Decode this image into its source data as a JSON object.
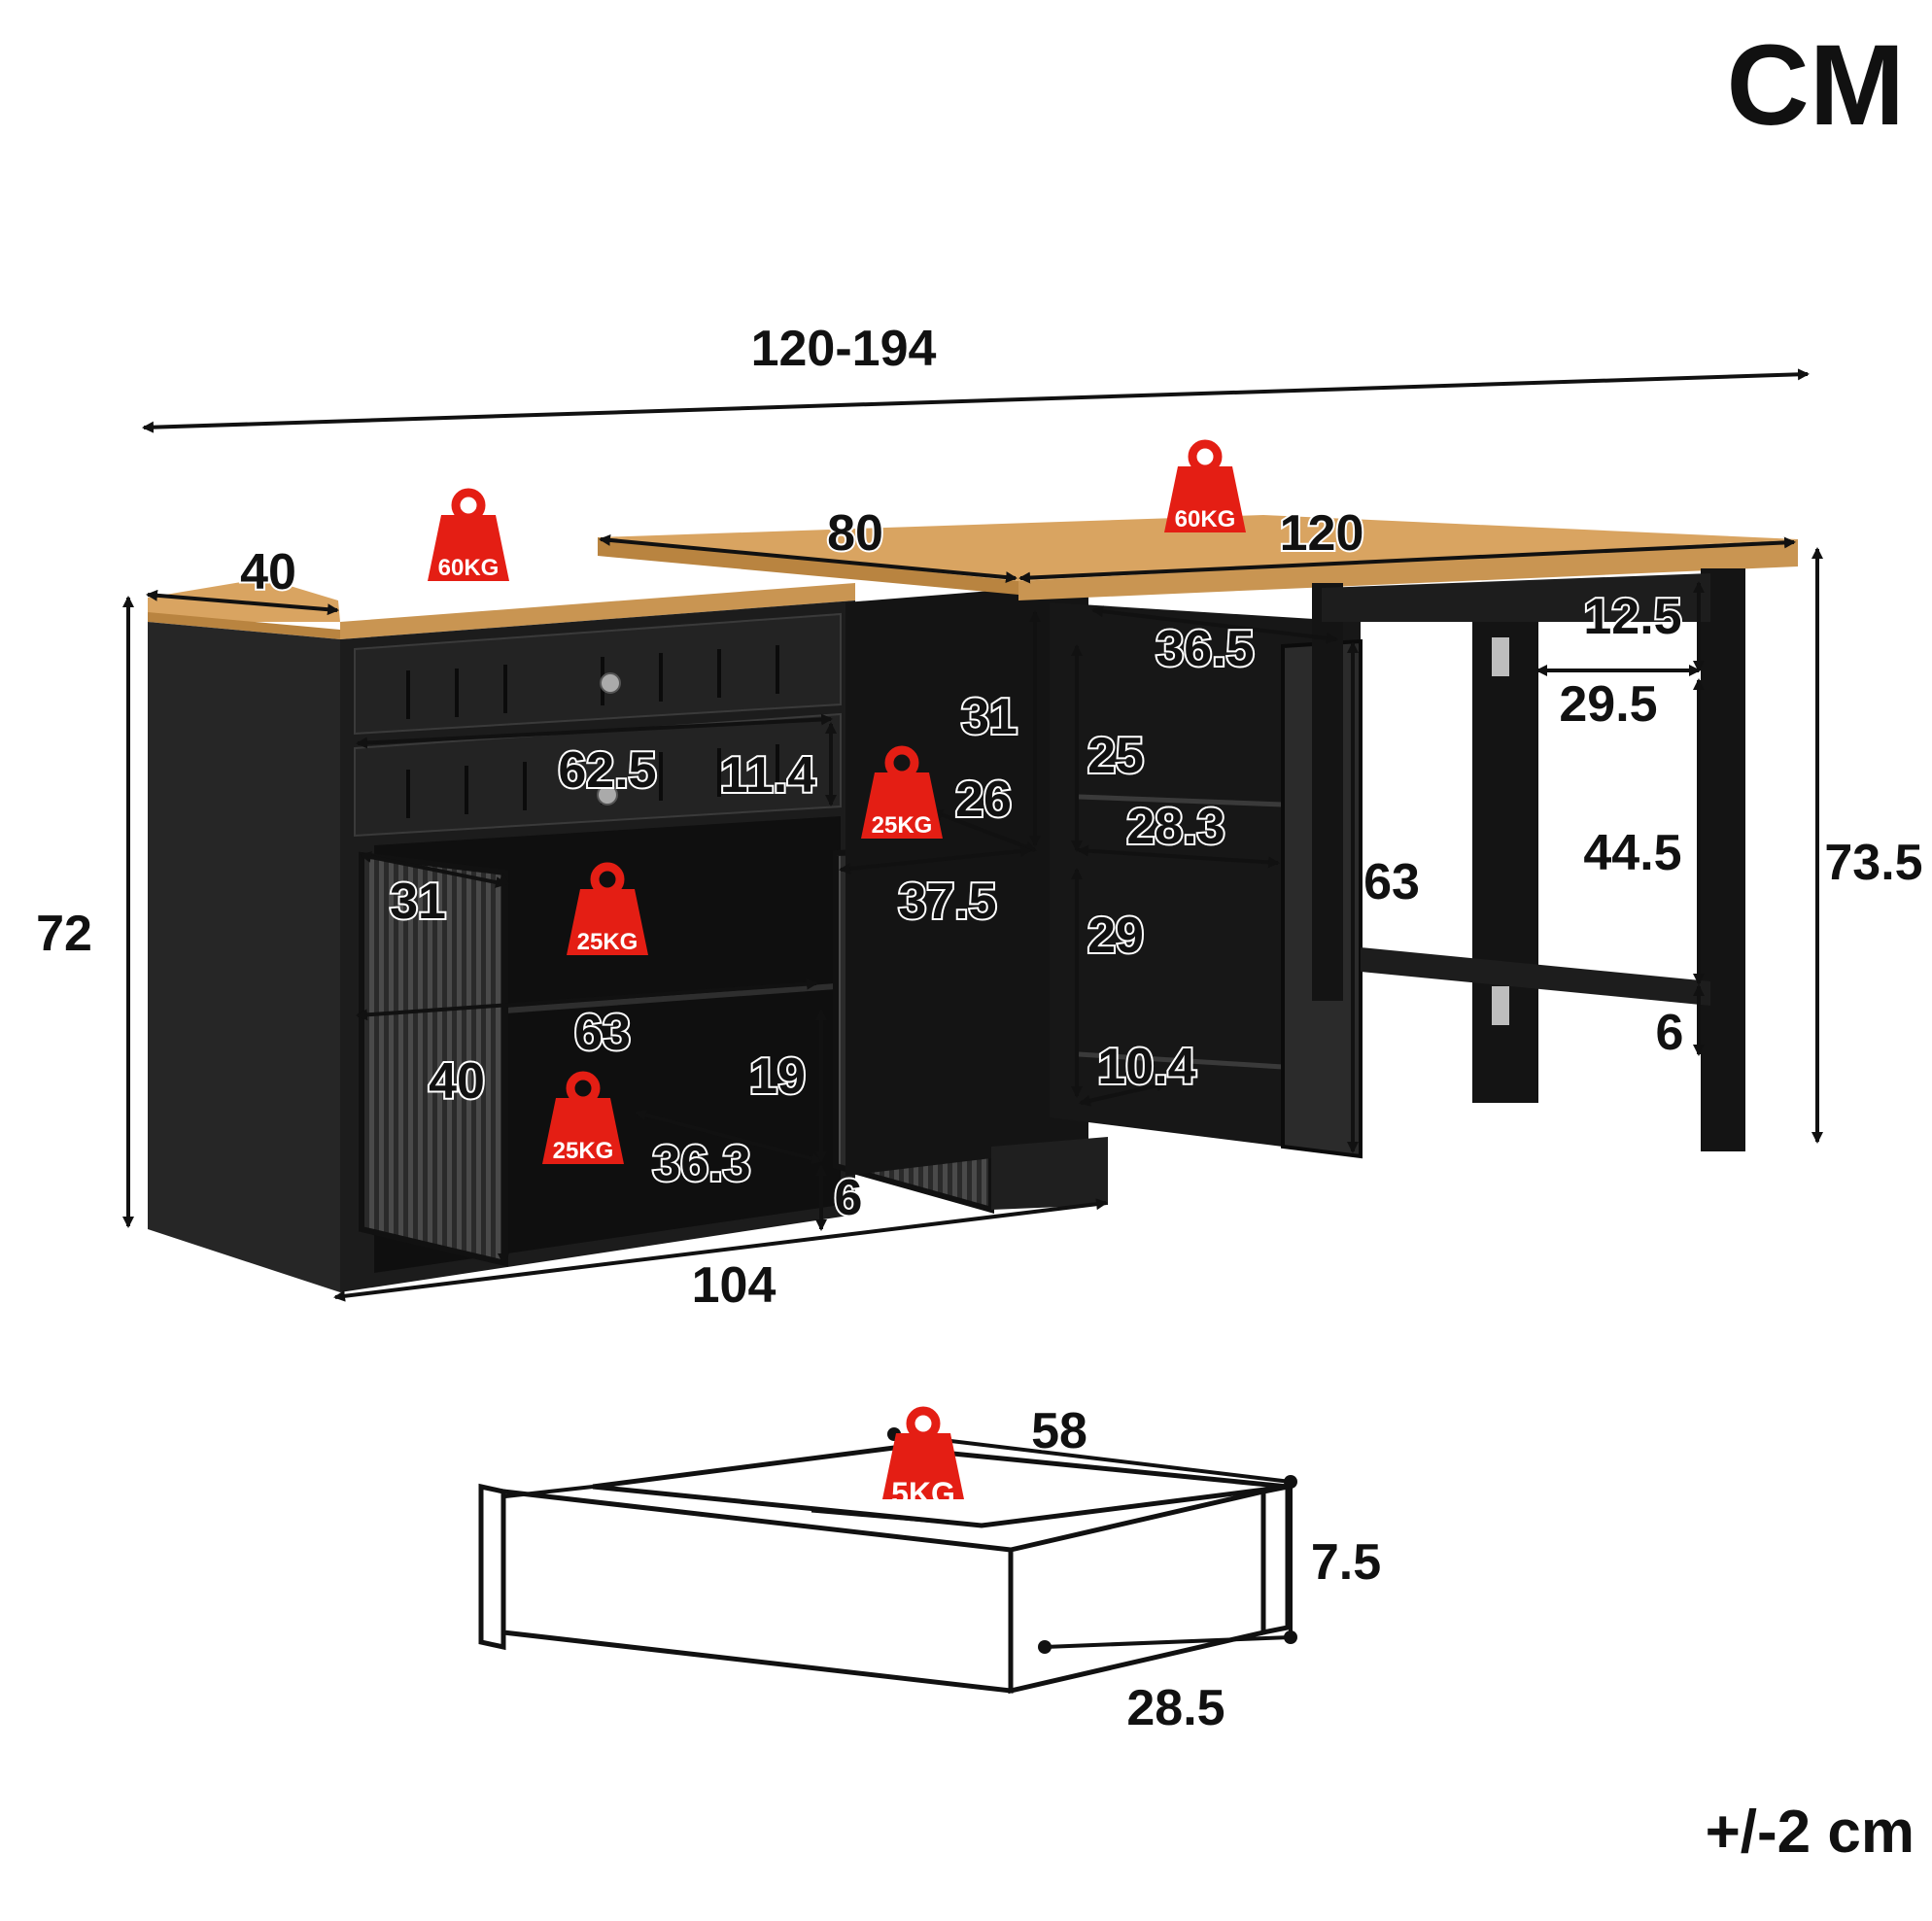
{
  "unit": "CM",
  "tolerance": "+/-2 cm",
  "colors": {
    "wood_top": "#d9a461",
    "wood_edge": "#b98440",
    "body": "#1e1e1e",
    "interior": "#0f0f0f",
    "dimension": "#111111",
    "weight_badge": "#e41e14",
    "weight_text": "#ffffff"
  },
  "dimensions": {
    "total_length": "120-194",
    "cabinet_depth": "40",
    "desk_depth": "80",
    "desk_length": "120",
    "cabinet_height": "72",
    "desk_height": "73.5",
    "cabinet_length": "104",
    "drawer_inner_width": "62.5",
    "drawer_inner_height": "11.4",
    "left_door_width": "31",
    "shelf_width": "63",
    "left_compartment_height": "40",
    "lower_shelf_depth": "36.3",
    "lower_clearance": "19",
    "base_height": "6",
    "middle_upper_height": "31",
    "middle_gap": "26",
    "middle_shelf_width": "37.5",
    "side_top_depth": "36.5",
    "side_upper_height": "25",
    "side_shelf_depth": "28.3",
    "side_lower_height": "29",
    "side_bottom_gap": "10.4",
    "side_cabinet_height": "63",
    "leg_top_gap": "12.5",
    "leg_span": "29.5",
    "leg_mid_height": "44.5",
    "leg_bottom_gap": "6",
    "drawer_length": "58",
    "drawer_height": "7.5",
    "drawer_depth": "28.5"
  },
  "weights": {
    "cabinet_top": "60KG",
    "desk_top": "60KG",
    "middle_shelf": "25KG",
    "left_shelf": "25KG",
    "lower_shelf": "25KG",
    "drawer": "5KG"
  },
  "icons": [
    "weight-icon",
    "knob-icon",
    "hinge-icon"
  ]
}
